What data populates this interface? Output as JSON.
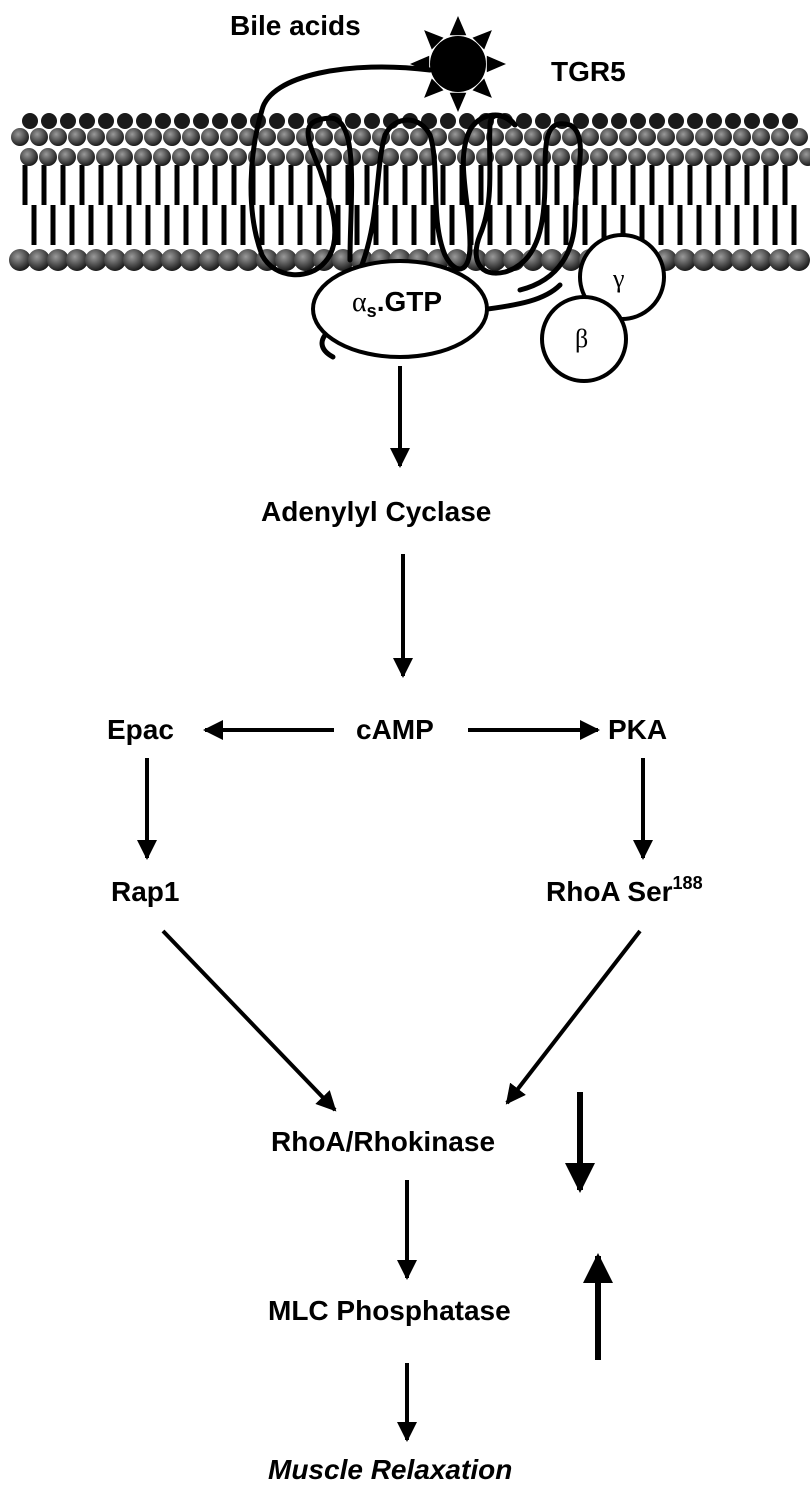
{
  "labels": {
    "bile_acids": "Bile acids",
    "receptor": "TGR5",
    "alpha_symbol": "α",
    "alpha_subscript": "s",
    "alpha_suffix": ".GTP",
    "gamma": "γ",
    "beta": "β",
    "adenylyl_cyclase": "Adenylyl Cyclase",
    "camp": "cAMP",
    "epac": "Epac",
    "pka": "PKA",
    "rap1": "Rap1",
    "rhoa_ser": "RhoA Ser",
    "rhoa_ser_superscript": "188",
    "rhoa_rhokinase": "RhoA/Rhokinase",
    "mlc_phosphatase": "MLC Phosphatase",
    "muscle_relaxation": "Muscle Relaxation"
  },
  "colors": {
    "ink": "#000000",
    "lipid_head_dark": "#1a1a1a",
    "lipid_head_light": "#6e6e6e",
    "background": "#ffffff"
  }
}
